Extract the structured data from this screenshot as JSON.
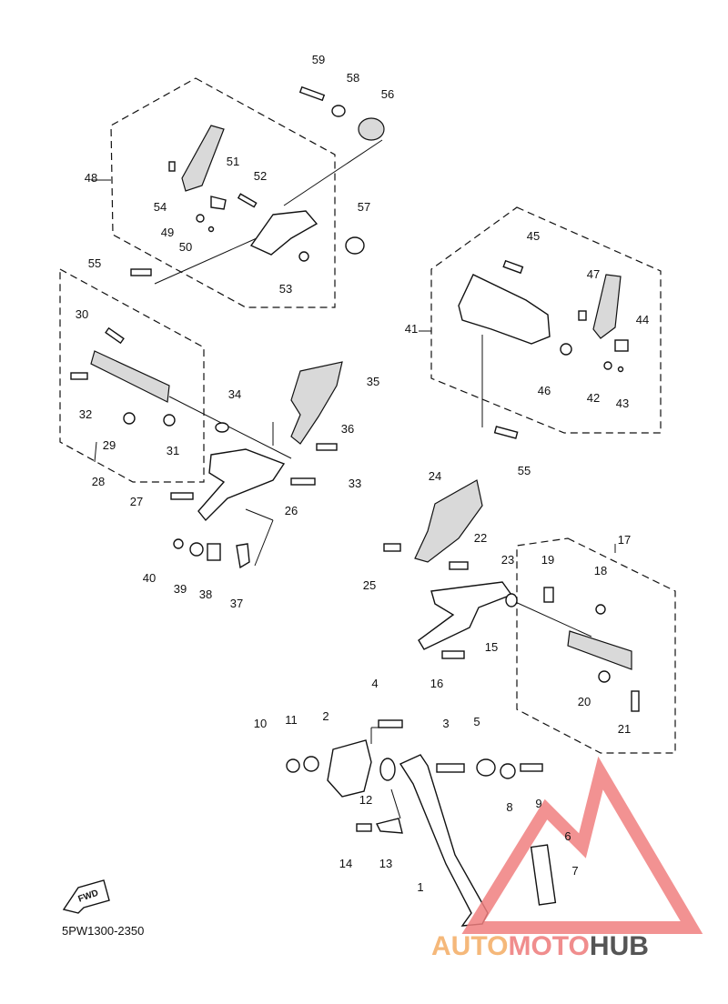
{
  "diagram": {
    "part_numbers": [
      "1",
      "2",
      "3",
      "4",
      "5",
      "6",
      "7",
      "8",
      "9",
      "10",
      "11",
      "12",
      "13",
      "14",
      "15",
      "16",
      "17",
      "18",
      "19",
      "20",
      "21",
      "22",
      "23",
      "24",
      "25",
      "26",
      "27",
      "28",
      "29",
      "30",
      "31",
      "32",
      "33",
      "34",
      "35",
      "36",
      "37",
      "38",
      "39",
      "40",
      "41",
      "42",
      "43",
      "44",
      "45",
      "46",
      "47",
      "48",
      "49",
      "50",
      "51",
      "52",
      "53",
      "54",
      "55",
      "55",
      "56",
      "57",
      "58",
      "59"
    ],
    "direction_arrow": "FWD",
    "drawing_code": "5PW1300-2350"
  },
  "watermark": {
    "brand_a": "AUTO",
    "brand_b": "MOTO",
    "brand_c": "HUB",
    "colors": {
      "auto": "#f5b87a",
      "moto": "#f08d8d",
      "hub": "#555555",
      "triangle": "#f07f7f"
    }
  }
}
